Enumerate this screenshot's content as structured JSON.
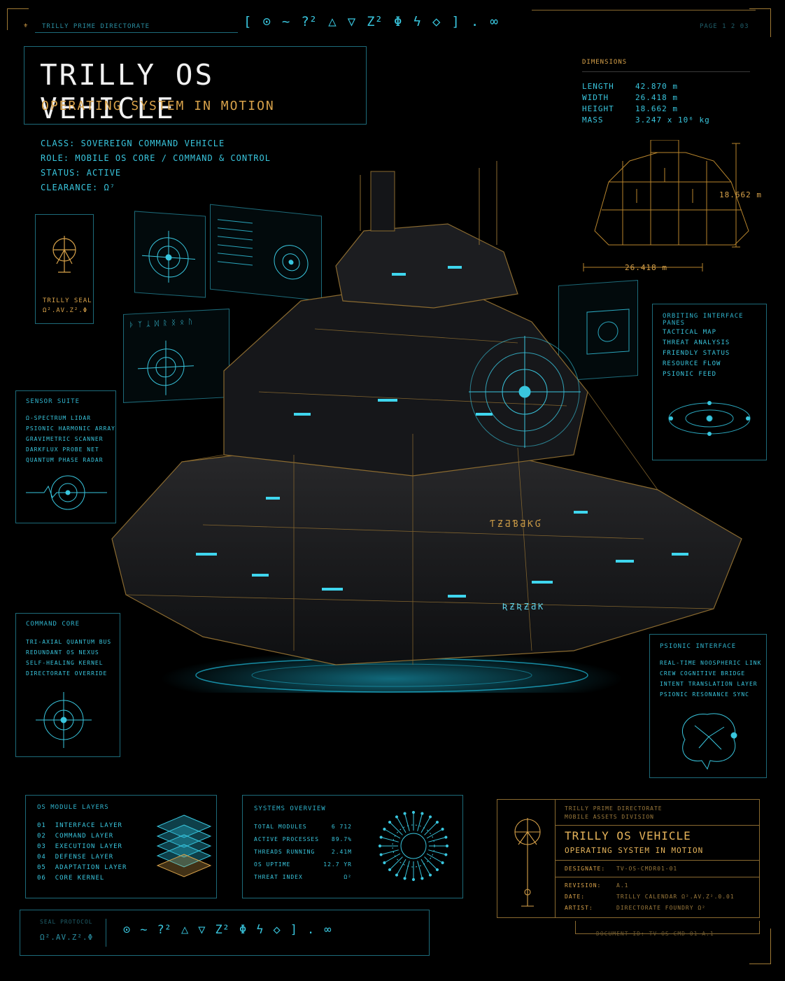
{
  "top_bar": {
    "directorate": "TRILLY PRIME DIRECTORATE",
    "glyphs": [
      "[",
      "⊙",
      "~",
      "?²",
      "△",
      "▽",
      "Z²",
      "Φ",
      "ϟ",
      "◇",
      "]",
      ".",
      "∞"
    ],
    "page": "PAGE 1 2 03"
  },
  "title_block": {
    "title": "TRILLY OS VEHICLE",
    "subtitle": "OPERATING SYSTEM IN MOTION"
  },
  "class_info": {
    "class": "CLASS: SOVEREIGN COMMAND VEHICLE",
    "role": "ROLE: MOBILE OS CORE / COMMAND & CONTROL",
    "status": "STATUS: ACTIVE",
    "clearance": "CLEARANCE: Ω⁷"
  },
  "seal": {
    "label": "TRILLY SEAL",
    "code": "Ω².AV.Z².Φ"
  },
  "dimensions": {
    "heading": "DIMENSIONS",
    "rows": [
      {
        "k": "LENGTH",
        "v": "42.870 m"
      },
      {
        "k": "WIDTH",
        "v": "26.418 m"
      },
      {
        "k": "HEIGHT",
        "v": "18.662 m"
      },
      {
        "k": "MASS",
        "v": "3.247 x 10⁶ kg"
      }
    ],
    "height_label": "18.662 m",
    "width_label": "26.418 m"
  },
  "orbiting": {
    "heading": "ORBITING INTERFACE PANES",
    "items": [
      "TACTICAL MAP",
      "THREAT ANALYSIS",
      "FRIENDLY STATUS",
      "RESOURCE FLOW",
      "PSIONIC FEED"
    ]
  },
  "sensor": {
    "heading": "SENSOR SUITE",
    "items": [
      "Ω-SPECTRUM LIDAR",
      "PSIONIC HARMONIC ARRAY",
      "GRAVIMETRIC SCANNER",
      "DARKFLUX PROBE NET",
      "QUANTUM PHASE RADAR"
    ]
  },
  "command": {
    "heading": "COMMAND CORE",
    "items": [
      "TRI-AXIAL QUANTUM BUS",
      "REDUNDANT OS NEXUS",
      "SELF-HEALING KERNEL",
      "DIRECTORATE OVERRIDE"
    ]
  },
  "psionic": {
    "heading": "PSIONIC INTERFACE",
    "items": [
      "REAL-TIME NOOSPHERIC LINK",
      "CREW COGNITIVE BRIDGE",
      "INTENT TRANSLATION LAYER",
      "PSIONIC RESONANCE SYNC"
    ]
  },
  "hull_glyphs": {
    "a": "ƬƵƋƁƋƘƓ",
    "b": "ƦƵƦƵƋƘ"
  },
  "layers": {
    "heading": "OS MODULE LAYERS",
    "items": [
      {
        "n": "01",
        "name": "INTERFACE LAYER"
      },
      {
        "n": "02",
        "name": "COMMAND LAYER"
      },
      {
        "n": "03",
        "name": "EXECUTION LAYER"
      },
      {
        "n": "04",
        "name": "DEFENSE LAYER"
      },
      {
        "n": "05",
        "name": "ADAPTATION LAYER"
      },
      {
        "n": "06",
        "name": "CORE KERNEL"
      }
    ]
  },
  "systems": {
    "heading": "SYSTEMS OVERVIEW",
    "rows": [
      {
        "k": "TOTAL MODULES",
        "v": "6 712"
      },
      {
        "k": "ACTIVE PROCESSES",
        "v": "89.7%"
      },
      {
        "k": "THREADS RUNNING",
        "v": "2.41M"
      },
      {
        "k": "OS UPTIME",
        "v": "12.7 YR"
      },
      {
        "k": "THREAT INDEX",
        "v": "Ω²"
      }
    ]
  },
  "title_card": {
    "org1": "TRILLY PRIME DIRECTORATE",
    "org2": "MOBILE ASSETS DIVISION",
    "title": "TRILLY OS VEHICLE",
    "subtitle": "OPERATING SYSTEM IN MOTION",
    "designate_k": "DESIGNATE:",
    "designate_v": "TV-OS-CMDR01-01",
    "revision_k": "REVISION:",
    "revision_v": "A.1",
    "date_k": "DATE:",
    "date_v": "TRILLY CALENDAR Ω².AV.Z².0.01",
    "artist_k": "ARTIST:",
    "artist_v": "DIRECTORATE FOUNDRY Ω²",
    "doc_id": "DOCUMENT ID: TV-OS-CMD-01-A.1"
  },
  "seal_protocol": {
    "label": "SEAL PROTOCOL",
    "code": "Ω².AV.Z².Φ",
    "glyphs": [
      "⊙",
      "~",
      "?²",
      "△",
      "▽",
      "Z²",
      "Φ",
      "ϟ",
      "◇",
      "]",
      ".",
      "∞"
    ]
  },
  "colors": {
    "accent": "#39c6de",
    "gold": "#d8a24a",
    "bg": "#000000"
  }
}
